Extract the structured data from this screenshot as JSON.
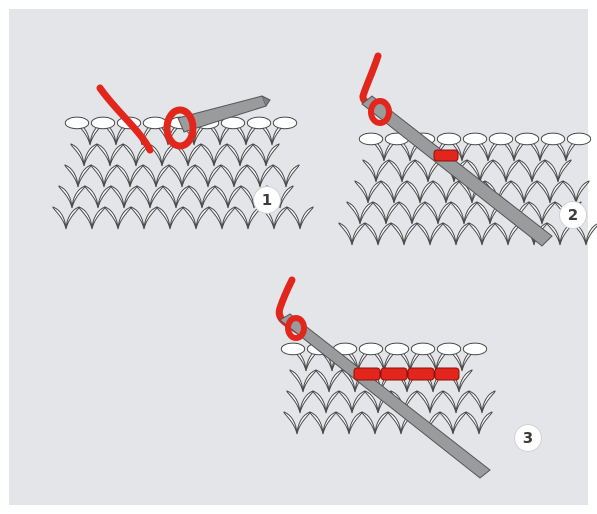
{
  "colors": {
    "background": "#e3e5e8",
    "fabric_fill": "#ffffff",
    "fabric_outline": "#4a4a4a",
    "yarn": "#e2261c",
    "needle": "#9a9b9d",
    "badge_bg": "#ffffff",
    "badge_text": "#3c3c3c"
  },
  "steps": [
    {
      "number": "1"
    },
    {
      "number": "2"
    },
    {
      "number": "3"
    }
  ]
}
